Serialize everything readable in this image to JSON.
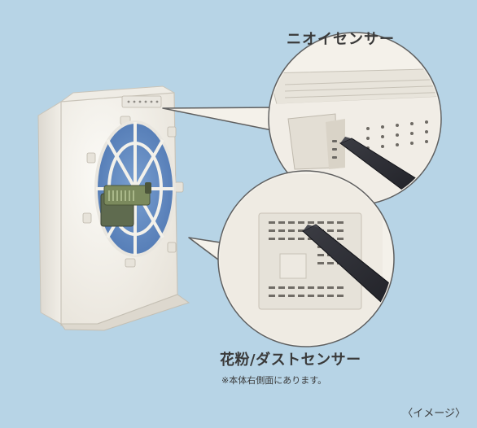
{
  "labels": {
    "odor_sensor": "ニオイセンサー",
    "pollen_dust_sensor": "花粉/ダストセンサー",
    "note": "※本体右側面にあります。",
    "image_note": "〈イメージ〉"
  },
  "colors": {
    "background": "#b7d4e6",
    "device_body": "#f3f0e8",
    "filter_blue": "#5f86bd",
    "sensor_dark": "#2c2d33",
    "callout_fill": "#f4f1ea"
  },
  "illustration": {
    "subject": "air-purifier-rear-view",
    "callouts": [
      "odor-sensor-closeup",
      "pollen-dust-sensor-closeup"
    ]
  }
}
